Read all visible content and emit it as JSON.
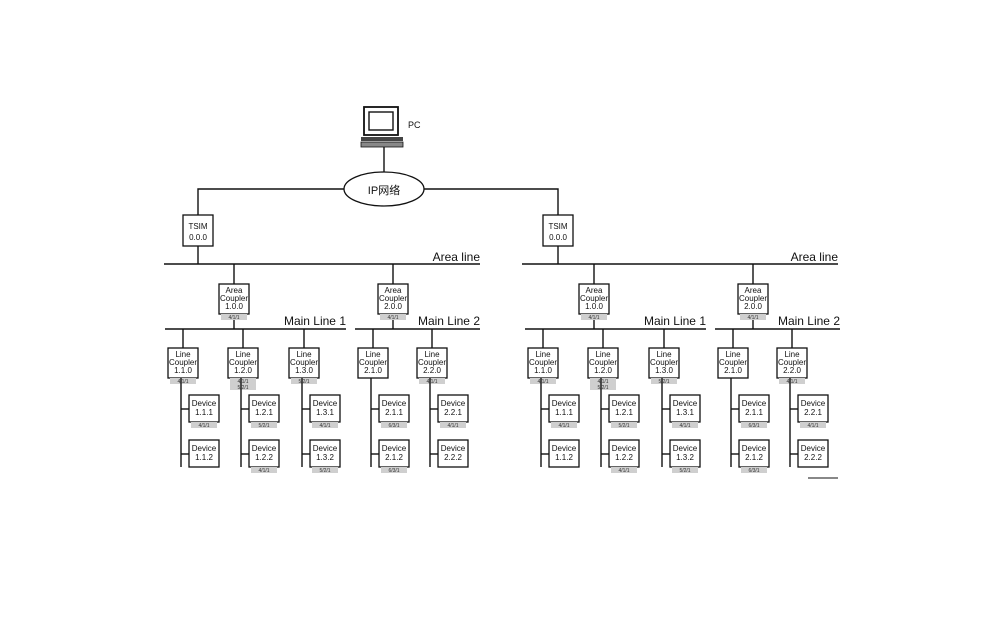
{
  "pc_label": "PC",
  "network_label": "IP网络",
  "sections": [
    {
      "tsim": [
        "TSIM",
        "0.0.0"
      ],
      "area_line": "Area line",
      "areas": [
        {
          "coupler": [
            "Area",
            "Coupler",
            "1.0.0"
          ],
          "tag": "4/1/1",
          "main_line": "Main Line 1",
          "lines": [
            {
              "coupler": [
                "Line",
                "Coupler",
                "1.1.0"
              ],
              "tag": [
                "4/1/1"
              ],
              "devices": [
                {
                  "label": [
                    "Device",
                    "1.1.1"
                  ],
                  "tag": "4/1/1"
                },
                {
                  "label": [
                    "Device",
                    "1.1.2"
                  ],
                  "tag": ""
                }
              ]
            },
            {
              "coupler": [
                "Line",
                "Coupler",
                "1.2.0"
              ],
              "tag": [
                "4/1/1",
                "5/2/1"
              ],
              "devices": [
                {
                  "label": [
                    "Device",
                    "1.2.1"
                  ],
                  "tag": "5/2/1"
                },
                {
                  "label": [
                    "Device",
                    "1.2.2"
                  ],
                  "tag": "4/1/1"
                }
              ]
            },
            {
              "coupler": [
                "Line",
                "Coupler",
                "1.3.0"
              ],
              "tag": [
                "5/2/1"
              ],
              "devices": [
                {
                  "label": [
                    "Device",
                    "1.3.1"
                  ],
                  "tag": "4/1/1"
                },
                {
                  "label": [
                    "Device",
                    "1.3.2"
                  ],
                  "tag": "5/2/1"
                }
              ]
            }
          ]
        },
        {
          "coupler": [
            "Area",
            "Coupler",
            "2.0.0"
          ],
          "tag": "4/1/1",
          "main_line": "Main Line 2",
          "lines": [
            {
              "coupler": [
                "Line",
                "Coupler",
                "2.1.0"
              ],
              "tag": [],
              "devices": [
                {
                  "label": [
                    "Device",
                    "2.1.1"
                  ],
                  "tag": "6/3/1"
                },
                {
                  "label": [
                    "Device",
                    "2.1.2"
                  ],
                  "tag": "6/3/1"
                }
              ]
            },
            {
              "coupler": [
                "Line",
                "Coupler",
                "2.2.0"
              ],
              "tag": [
                "4/1/1"
              ],
              "devices": [
                {
                  "label": [
                    "Device",
                    "2.2.1"
                  ],
                  "tag": "4/1/1"
                },
                {
                  "label": [
                    "Device",
                    "2.2.2"
                  ],
                  "tag": ""
                }
              ]
            }
          ]
        }
      ]
    },
    {
      "tsim": [
        "TSIM",
        "0.0.0"
      ],
      "area_line": "Area line",
      "areas": [
        {
          "coupler": [
            "Area",
            "Coupler",
            "1.0.0"
          ],
          "tag": "4/1/1",
          "main_line": "Main Line 1",
          "lines": [
            {
              "coupler": [
                "Line",
                "Coupler",
                "1.1.0"
              ],
              "tag": [
                "4/1/1"
              ],
              "devices": [
                {
                  "label": [
                    "Device",
                    "1.1.1"
                  ],
                  "tag": "4/1/1"
                },
                {
                  "label": [
                    "Device",
                    "1.1.2"
                  ],
                  "tag": ""
                }
              ]
            },
            {
              "coupler": [
                "Line",
                "Coupler",
                "1.2.0"
              ],
              "tag": [
                "4/1/1",
                "5/2/1"
              ],
              "devices": [
                {
                  "label": [
                    "Device",
                    "1.2.1"
                  ],
                  "tag": "5/2/1"
                },
                {
                  "label": [
                    "Device",
                    "1.2.2"
                  ],
                  "tag": "4/1/1"
                }
              ]
            },
            {
              "coupler": [
                "Line",
                "Coupler",
                "1.3.0"
              ],
              "tag": [
                "5/2/1"
              ],
              "devices": [
                {
                  "label": [
                    "Device",
                    "1.3.1"
                  ],
                  "tag": "4/1/1"
                },
                {
                  "label": [
                    "Device",
                    "1.3.2"
                  ],
                  "tag": "5/2/1"
                }
              ]
            }
          ]
        },
        {
          "coupler": [
            "Area",
            "Coupler",
            "2.0.0"
          ],
          "tag": "4/1/1",
          "main_line": "Main Line 2",
          "lines": [
            {
              "coupler": [
                "Line",
                "Coupler",
                "2.1.0"
              ],
              "tag": [],
              "devices": [
                {
                  "label": [
                    "Device",
                    "2.1.1"
                  ],
                  "tag": "6/3/1"
                },
                {
                  "label": [
                    "Device",
                    "2.1.2"
                  ],
                  "tag": "6/3/1"
                }
              ]
            },
            {
              "coupler": [
                "Line",
                "Coupler",
                "2.2.0"
              ],
              "tag": [
                "4/1/1"
              ],
              "devices": [
                {
                  "label": [
                    "Device",
                    "2.2.1"
                  ],
                  "tag": "4/1/1"
                },
                {
                  "label": [
                    "Device",
                    "2.2.2"
                  ],
                  "tag": ""
                }
              ]
            }
          ]
        }
      ]
    }
  ]
}
